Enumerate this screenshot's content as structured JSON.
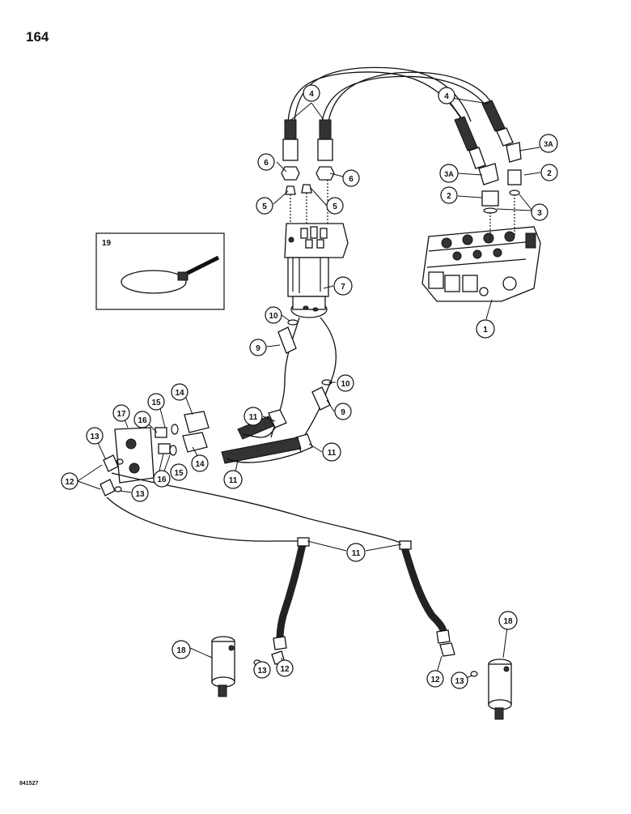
{
  "page": {
    "number": "164",
    "figure_code": "841527"
  },
  "inset": {
    "label": "19"
  },
  "callouts": [
    "1",
    "2",
    "3",
    "3A",
    "4",
    "5",
    "6",
    "7",
    "9",
    "10",
    "11",
    "12",
    "13",
    "14",
    "15",
    "16",
    "17",
    "18"
  ]
}
